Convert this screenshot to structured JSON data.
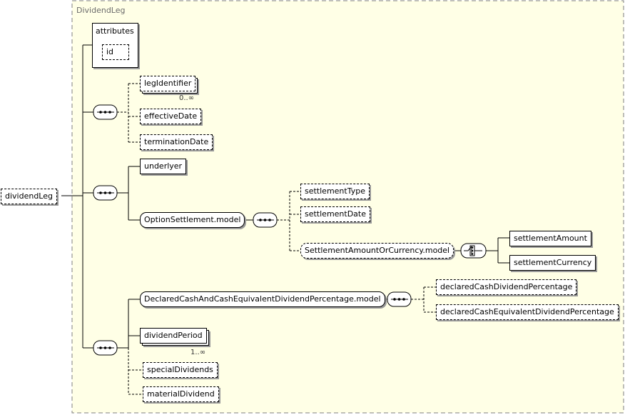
{
  "container": {
    "title": "DividendLeg"
  },
  "root": {
    "label": "dividendLeg"
  },
  "attributes": {
    "title": "attributes",
    "items": [
      "id"
    ]
  },
  "group1": {
    "items": [
      {
        "label": "legIdentifier",
        "cardinality": "0..∞"
      },
      {
        "label": "effectiveDate"
      },
      {
        "label": "terminationDate"
      }
    ]
  },
  "group2": {
    "underlyer": "underlyer",
    "model": "OptionSettlement.model",
    "model_items": [
      "settlementType",
      "settlementDate"
    ],
    "currency_model": "SettlementAmountOrCurrency.model",
    "choice_items": [
      "settlementAmount",
      "settlementCurrency"
    ]
  },
  "group3": {
    "model": "DeclaredCashAndCashEquivalentDividendPercentage.model",
    "model_items": [
      "declaredCashDividendPercentage",
      "declaredCashEquivalentDividendPercentage"
    ],
    "dividend_period": "dividendPeriod",
    "dividend_period_cardinality": "1..∞",
    "special": "specialDividends",
    "material": "materialDividend"
  }
}
